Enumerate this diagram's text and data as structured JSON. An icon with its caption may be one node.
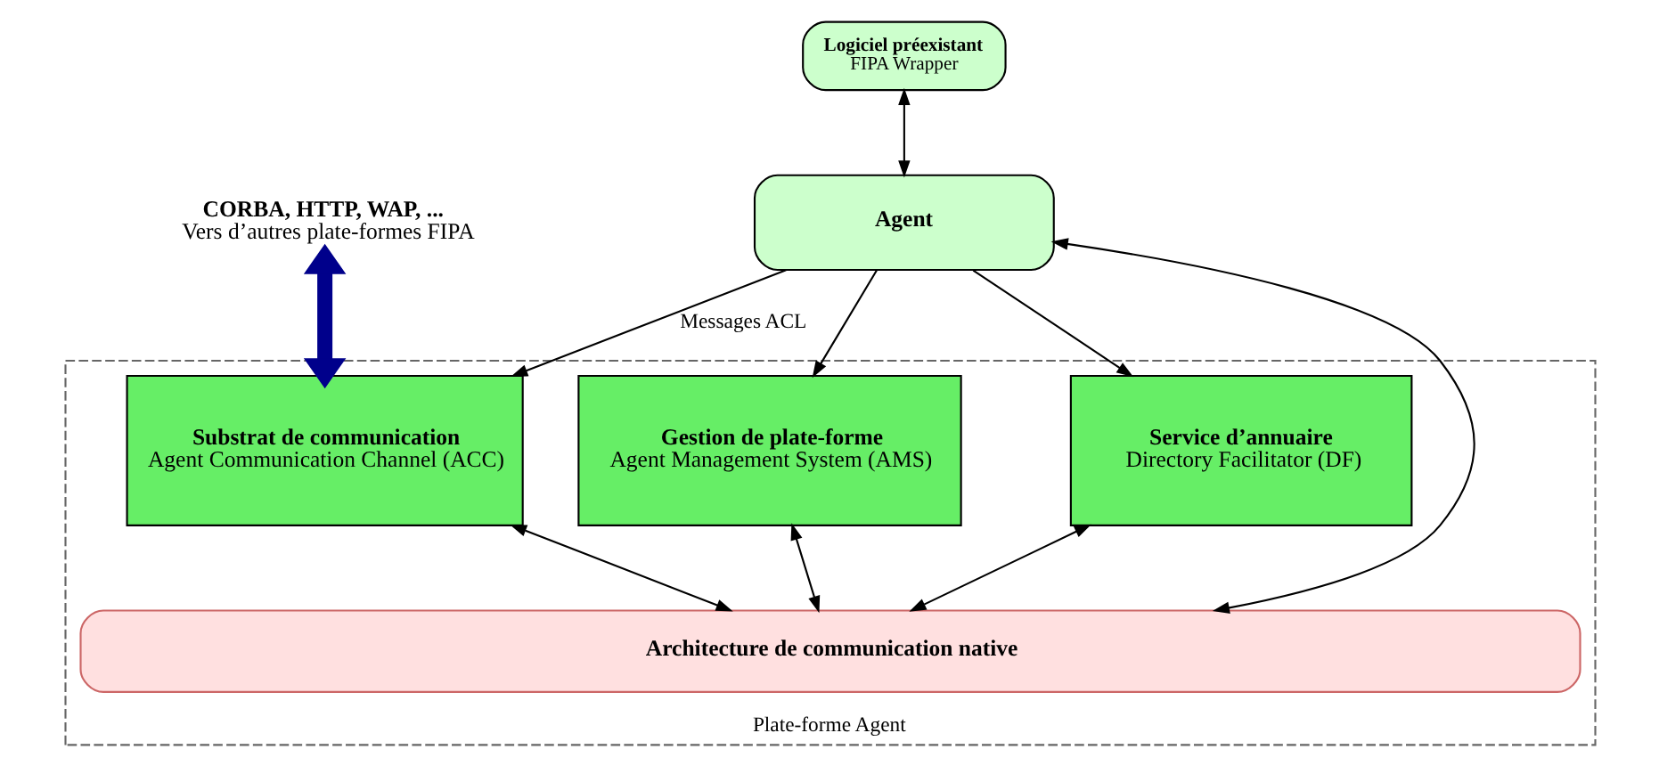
{
  "diagram": {
    "nodes": [
      {
        "text": [
          "Logiciel préexistant",
          "FIPA Wrapper"
        ]
      },
      {
        "text": [
          "Agent"
        ]
      },
      {
        "text": [
          "Plate-forme Agent"
        ]
      },
      {
        "text": [
          "Gestion de plate-forme",
          "Agent Management System (AMS)"
        ],
        "in": 2
      },
      {
        "text": [
          "Service d’annuaire",
          "Directory Facilitator (DF)"
        ],
        "in": 2
      },
      {
        "text": [
          "Substrat de communication",
          "Agent Communication Channel (ACC)"
        ],
        "in": 2
      },
      {
        "text": [
          "Architecture de communication native"
        ],
        "in": 2
      },
      {
        "text": [
          "CORBA, HTTP, WAP, ...",
          "Vers d’autres plate-formes FIPA"
        ]
      }
    ],
    "edges": [
      {
        "from": 0,
        "to": 1,
        "arrow": "both"
      },
      {
        "from": 1,
        "to": 6,
        "arrow": "both"
      },
      {
        "from": 1,
        "to": 3,
        "arrow": "to"
      },
      {
        "from": 1,
        "to": 4,
        "arrow": "to"
      },
      {
        "from": 1,
        "to": 5,
        "arrow": "to",
        "label": "Messages ACL"
      },
      {
        "from": 3,
        "to": 6,
        "arrow": "both"
      },
      {
        "from": 4,
        "to": 6,
        "arrow": "both"
      },
      {
        "from": 5,
        "to": 6,
        "arrow": "both"
      },
      {
        "from": 7,
        "to": 5,
        "arrow": "both",
        "style": "thick",
        "color": "#00008b"
      }
    ]
  }
}
